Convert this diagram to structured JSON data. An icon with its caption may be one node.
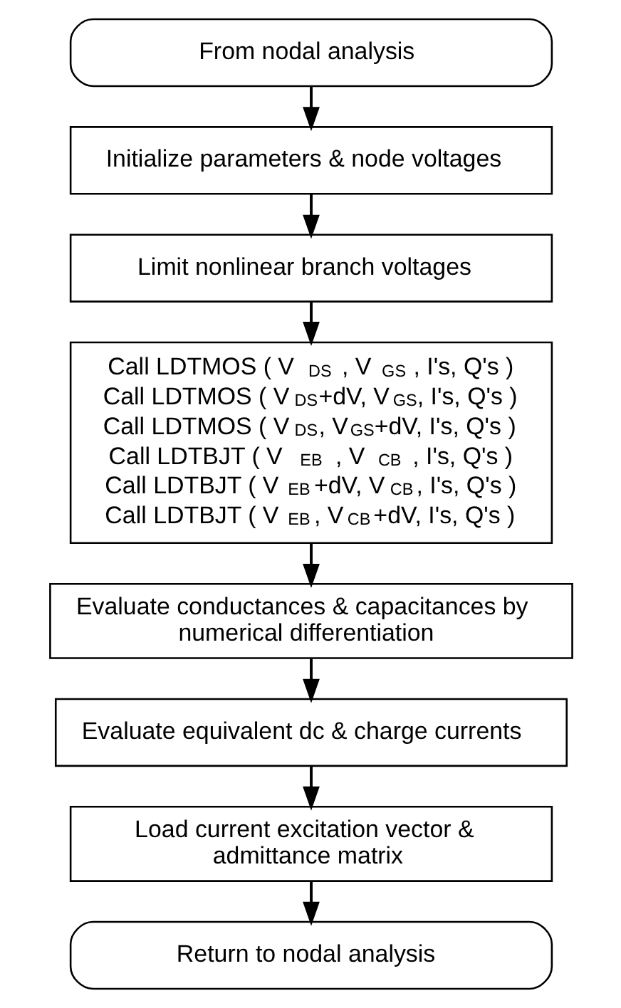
{
  "diagram": {
    "nodes": [
      {
        "text": [
          "From nodal analysis"
        ]
      },
      {
        "text": [
          "Initialize parameters & node voltages"
        ]
      },
      {
        "text": [
          "Limit nonlinear branch voltages"
        ]
      },
      {
        "text": [
          "Call LDTMOS ( V$_{DS}$, V$_{GS}$, I's, Q's )",
          "Call LDTMOS ( V$_{DS}$+dV, V$_{GS}$, I's, Q's )",
          "Call LDTMOS ( V$_{DS}$, V$_{GS}$+dV, I's, Q's )",
          "Call LDTBJT ( V$_{EB}$, V$_{CB}$, I's, Q's )",
          "Call LDTBJT ( V$_{EB}$+dV, V$_{CB}$, I's, Q's )",
          "Call LDTBJT ( V$_{EB}$, V$_{CB}$+dV, I's, Q's )"
        ]
      },
      {
        "text": [
          "Evaluate conductances & capacitances by numerical differentiation"
        ]
      },
      {
        "text": [
          "Evaluate equivalent dc & charge currents"
        ]
      },
      {
        "text": [
          "Load current excitation vector & admittance matrix"
        ]
      },
      {
        "text": [
          "Return to nodal analysis"
        ]
      }
    ],
    "edges": [
      {
        "from": 0,
        "to": 1,
        "arrow": "to"
      },
      {
        "from": 1,
        "to": 2,
        "arrow": "to"
      },
      {
        "from": 2,
        "to": 3,
        "arrow": "to"
      },
      {
        "from": 3,
        "to": 4,
        "arrow": "to"
      },
      {
        "from": 4,
        "to": 5,
        "arrow": "to"
      },
      {
        "from": 5,
        "to": 6,
        "arrow": "to"
      },
      {
        "from": 6,
        "to": 7,
        "arrow": "to"
      }
    ]
  }
}
